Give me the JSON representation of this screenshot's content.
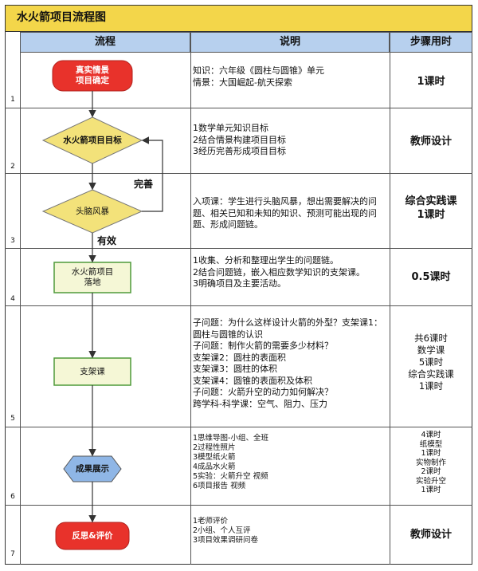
{
  "title": "水火箭项目流程图",
  "headers": {
    "flow": "流程",
    "desc": "说明",
    "time": "步骤用时"
  },
  "rows": [
    {
      "num": "1",
      "node": "真实情景\n项目确定",
      "desc": "知识：六年级《圆柱与圆锥》单元\n情景：大国崛起-航天探索",
      "time": "1课时"
    },
    {
      "num": "2",
      "node": "水火箭项目目标",
      "desc": "1数学单元知识目标\n2结合情景构建项目目标\n3经历完善形成项目目标",
      "time": "教师设计"
    },
    {
      "num": "3",
      "node": "头脑风暴",
      "desc": "入项课：学生进行头脑风暴，想出需要解决的问题、相关已知和未知的知识、预测可能出现的问题、形成问题链。",
      "time": "综合实践课\n1课时"
    },
    {
      "num": "4",
      "node": "水火箭项目\n落地",
      "desc": "1收集、分析和整理出学生的问题链。\n2结合问题链，嵌入相应数学知识的支架课。\n3明确项目及主要活动。",
      "time": "0.5课时"
    },
    {
      "num": "5",
      "node": "支架课",
      "desc": "子问题：为什么这样设计火箭的外型？支架课1：圆柱与圆锥的认识\n子问题：制作火箭的需要多少材料？\n支架课2：圆柱的表面积\n支架课3：圆柱的体积\n支架课4：圆锥的表面积及体积\n子问题：火箭升空的动力如何解决？\n跨学科-科学课：空气、阻力、压力",
      "time": "共6课时\n数学课\n5课时\n综合实践课\n1课时"
    },
    {
      "num": "6",
      "node": "成果展示",
      "desc": "1思维导图-小组、全班\n2过程性照片\n3模型纸火箭\n4成品水火箭\n5实验：火箭升空 视频\n6项目报告 视频",
      "time": "4课时\n纸模型\n1课时\n实物制作\n2课时\n实验升空\n1课时"
    },
    {
      "num": "7",
      "node": "反思&评价",
      "desc": "1老师评价\n2小组、个人互评\n3项目效果调研问卷",
      "time": "教师设计"
    }
  ],
  "labels": {
    "loop": "完善",
    "valid": "有效"
  },
  "colors": {
    "title_bg": "#f3d64a",
    "header_bg": "#b7d0ee",
    "red": "#e8322b",
    "yellow": "#f3e27a",
    "green_box": "#f5f7d6",
    "blue_hex": "#8fb6e6",
    "green_border": "#4f9a3a"
  }
}
